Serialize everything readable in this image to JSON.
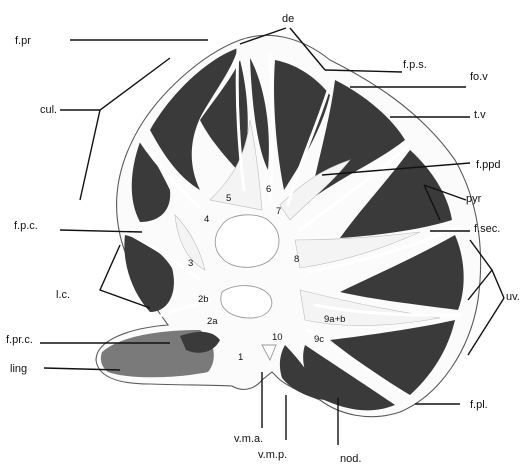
{
  "labels": {
    "de": "de",
    "f_pr": "f.pr",
    "f_p_s": "f.p.s.",
    "fo_v": "fo.v",
    "cul": "cul.",
    "t_v": "t.v",
    "f_ppd": "f.ppd",
    "pyr": "pyr",
    "f_p_c": "f.p.c.",
    "f_sec": "f.sec.",
    "l_c": "l.c.",
    "uv": "uv.",
    "f_pr_c": "f.pr.c.",
    "ling": "ling",
    "f_pl": "f.pl.",
    "v_m_a": "v.m.a.",
    "v_m_p": "v.m.p.",
    "nod": "nod."
  },
  "lobule_numbers": {
    "n1": "1",
    "n2a": "2a",
    "n2b": "2b",
    "n3": "3",
    "n4": "4",
    "n5": "5",
    "n6": "6",
    "n7": "7",
    "n8": "8",
    "n9ab": "9a+b",
    "n9c": "9c",
    "n10": "10"
  }
}
